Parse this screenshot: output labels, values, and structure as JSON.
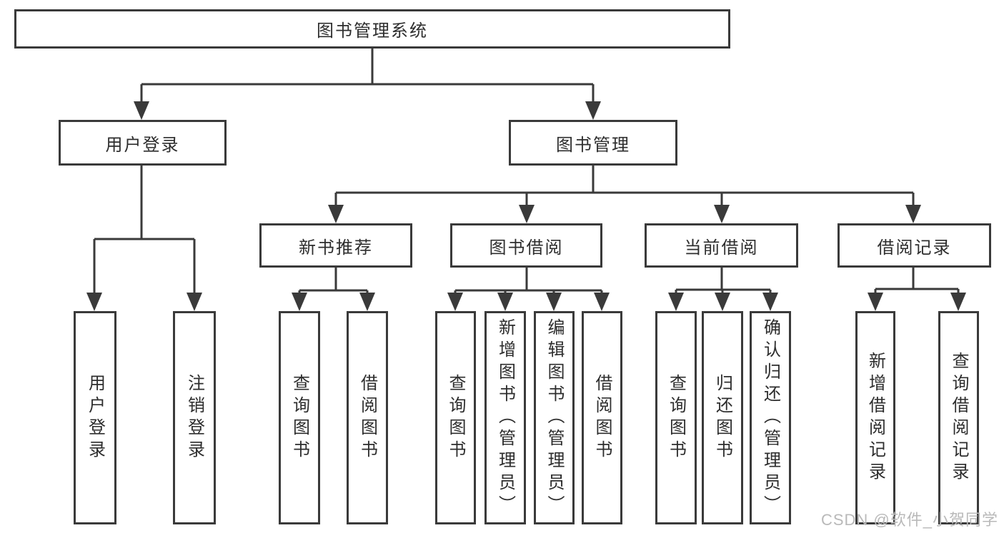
{
  "diagram": {
    "root": {
      "label": "图书管理系统"
    },
    "level2": [
      {
        "label": "用户登录"
      },
      {
        "label": "图书管理"
      }
    ],
    "level3": [
      {
        "label": "新书推荐"
      },
      {
        "label": "图书借阅"
      },
      {
        "label": "当前借阅"
      },
      {
        "label": "借阅记录"
      }
    ],
    "leaves": {
      "login": [
        "用户登录",
        "注销登录"
      ],
      "newbook": [
        "查询图书",
        "借阅图书"
      ],
      "borrow": [
        "查询图书",
        "新增图书（管理员）",
        "编辑图书（管理员）",
        "借阅图书"
      ],
      "current": [
        "查询图书",
        "归还图书",
        "确认归还（管理员）"
      ],
      "records": [
        "新增借阅记录",
        "查询借阅记录"
      ]
    },
    "colors": {
      "line": "#3a3a3a",
      "box_border": "#3a3a3a",
      "text": "#2d2d2d",
      "background": "#ffffff",
      "watermark": "#b9b9b9"
    },
    "watermark": "CSDN @软件_小贺同学"
  }
}
